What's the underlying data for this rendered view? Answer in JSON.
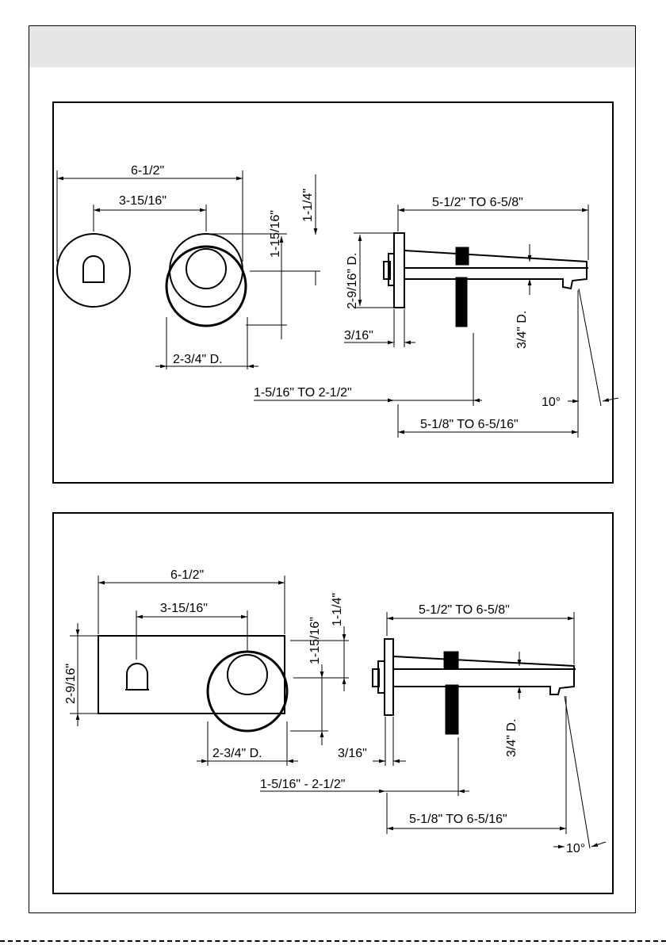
{
  "top_view": {
    "width_overall": "6-1/2\"",
    "center_spacing": "3-15/16\"",
    "handle_offset": "1-15/16\"",
    "spout_offset": "1-1/4\"",
    "handle_diameter": "2-3/4\" D.",
    "spout_reach": "5-1/2\" TO 6-5/8\"",
    "plate_diameter": "2-9/16\" D.",
    "plate_thickness": "3/16\"",
    "spout_height": "3/4\" D.",
    "rough_in": "1-5/16\" TO 2-1/2\"",
    "angle": "10°",
    "spout_reach_lower": "5-1/8\" TO 6-5/16\""
  },
  "bottom_view": {
    "width_overall": "6-1/2\"",
    "center_spacing": "3-15/16\"",
    "handle_offset": "1-15/16\"",
    "spout_offset": "1-1/4\"",
    "plate_height": "2-9/16\"",
    "handle_diameter": "2-3/4\" D.",
    "spout_reach": "5-1/2\" TO 6-5/8\"",
    "plate_thickness": "3/16\"",
    "spout_height": "3/4\" D.",
    "rough_in": "1-5/16\" - 2-1/2\"",
    "spout_reach_lower": "5-1/8\" TO 6-5/16\"",
    "angle": "10°"
  }
}
